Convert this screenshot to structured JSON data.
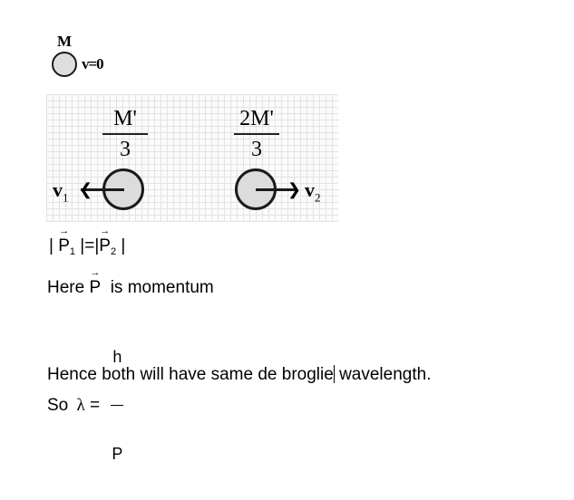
{
  "top_figure": {
    "mass_label": "M",
    "velocity_label": "v=0",
    "ball_color": "#dedede"
  },
  "grid_figure": {
    "left_piece": {
      "mass_numerator": "M'",
      "mass_denominator": "3",
      "velocity_label": "v",
      "velocity_subscript": "1",
      "direction": "left"
    },
    "right_piece": {
      "mass_numerator": "2M'",
      "mass_denominator": "3",
      "velocity_label": "v",
      "velocity_subscript": "2",
      "direction": "right"
    },
    "ball_color": "#dcdcdc",
    "grid_line_color": "#e3e3e3"
  },
  "equation": {
    "bar_open": "|",
    "p1": "P",
    "p1_sub": "1",
    "middle": " |=|",
    "p2": "P",
    "p2_sub": "2",
    "bar_close": " |"
  },
  "here_line": {
    "before": "Here ",
    "symbol": "P",
    "after": "  is momentum"
  },
  "so_line": {
    "before": "So ",
    "lambda": "λ",
    "equals": " = ",
    "numerator": "h",
    "denominator": "P"
  },
  "hence_line": {
    "before_caret": "Hence both will have same de broglie",
    "after_caret": " wavelength."
  }
}
